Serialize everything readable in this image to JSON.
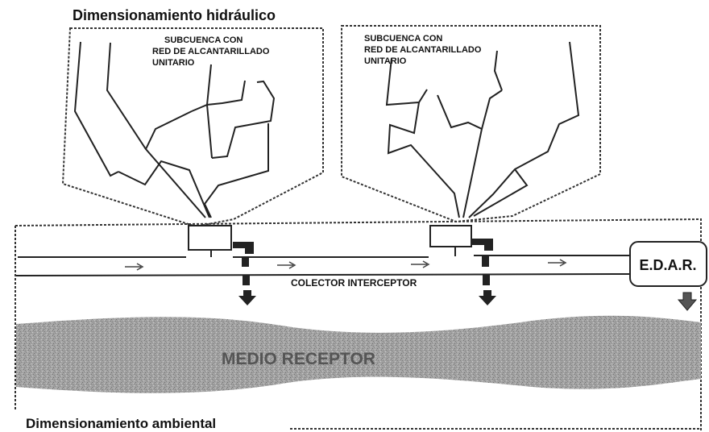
{
  "title_hydraulic": "Dimensionamiento hidráulico",
  "title_environmental": "Dimensionamiento ambiental",
  "subcatchment_left": {
    "line1": "SUBCUENCA CON",
    "line2": "RED DE ALCANTARILLADO",
    "line3": "UNITARIO"
  },
  "subcatchment_right": {
    "line1": "SUBCUENCA CON",
    "line2": "RED DE ALCANTARILLADO",
    "line3": "UNITARIO"
  },
  "collector_label": "COLECTOR INTERCEPTOR",
  "treatment_plant_label": "E.D.A.R.",
  "receiving_body_label": "MEDIO RECEPTOR",
  "colors": {
    "line": "#222222",
    "water_fill": "#9a9a9a",
    "water_text": "#555555"
  }
}
